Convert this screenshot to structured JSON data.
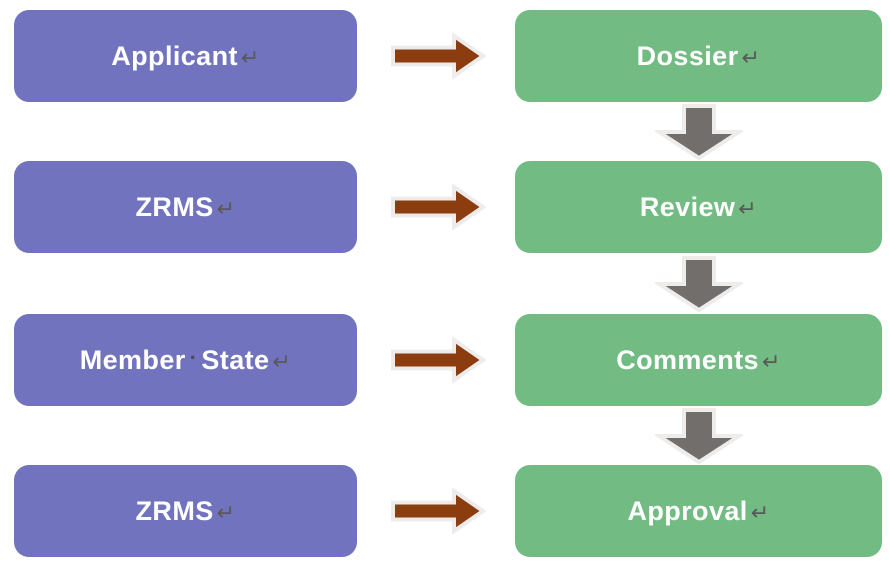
{
  "diagram": {
    "type": "flowchart",
    "marks": {
      "return_glyph": "↵",
      "space_glyph": "·"
    },
    "colors": {
      "left_box_fill": "#7273BF",
      "right_box_fill": "#72BB83",
      "horizontal_arrow_fill": "#8B3D10",
      "vertical_arrow_fill": "#716E6C",
      "arrow_outline": "#EDECEA",
      "box_text": "#FFFFFF",
      "formatting_mark": "#595959",
      "background": "#FFFFFF"
    },
    "rows": [
      {
        "left": {
          "label": "Applicant"
        },
        "right": {
          "label": "Dossier"
        }
      },
      {
        "left": {
          "label": "ZRMS"
        },
        "right": {
          "label": "Review"
        }
      },
      {
        "left": {
          "label": "Member State",
          "word_a": "Member",
          "word_b": "State"
        },
        "right": {
          "label": "Comments"
        }
      },
      {
        "left": {
          "label": "ZRMS"
        },
        "right": {
          "label": "Approval"
        }
      }
    ],
    "flow": {
      "horizontal": [
        "Applicant → Dossier",
        "ZRMS → Review",
        "Member State → Comments",
        "ZRMS → Approval"
      ],
      "vertical": [
        "Dossier → Review",
        "Review → Comments",
        "Comments → Approval"
      ]
    }
  }
}
